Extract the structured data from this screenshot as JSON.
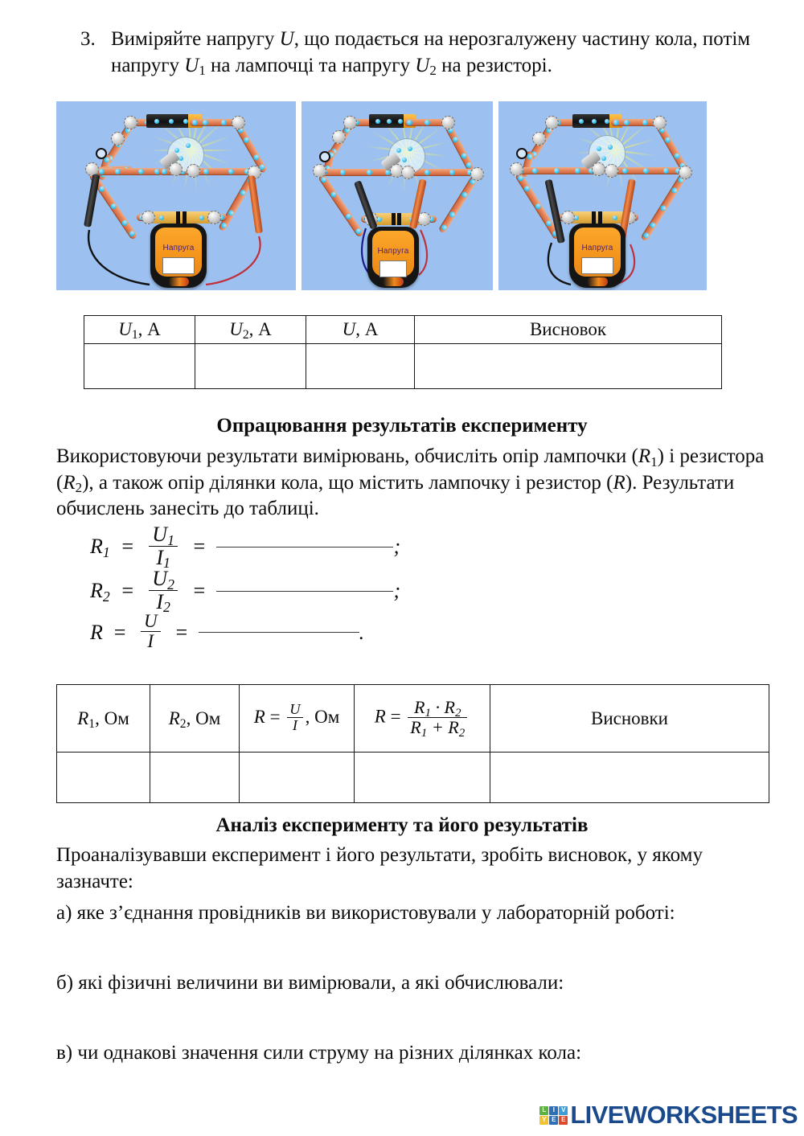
{
  "task": {
    "number": "3.",
    "text_part1": "Виміряйте напругу ",
    "u_symbol": "U",
    "text_part2": ", що подається на нерозгалужену частину кола, потім напругу ",
    "u1_symbol": "U",
    "u1_sub": "1",
    "text_part3": " на лампочці та напругу ",
    "u2_symbol": "U",
    "u2_sub": "2",
    "text_part4": " на резисторі.",
    "full_line1": "Виміряйте напругу U, що подається на нерозгалужену частину кола,",
    "full_line2": "потім напругу U1 на лампочці та напругу U2 на резисторі."
  },
  "photos": [
    {
      "alt": "circuit-measuring-u-total",
      "meter_label": "Напруга",
      "meter_value": ""
    },
    {
      "alt": "circuit-measuring-u1-lamp",
      "meter_label": "Напруга",
      "meter_value": ""
    },
    {
      "alt": "circuit-measuring-u2-resistor",
      "meter_label": "Напруга",
      "meter_value": ""
    }
  ],
  "table1": {
    "headers": [
      "U1, А",
      "U2, А",
      "U, А",
      "Висновок"
    ],
    "header_parts": [
      {
        "sym": "U",
        "sub": "1",
        "unit": ", А"
      },
      {
        "sym": "U",
        "sub": "2",
        "unit": ", А"
      },
      {
        "sym": "U",
        "sub": "",
        "unit": ", А"
      },
      {
        "sym": "",
        "sub": "",
        "unit": "Висновок"
      }
    ],
    "rows": [
      [
        "",
        "",
        "",
        ""
      ]
    ]
  },
  "section_processing": {
    "heading": "Опрацювання результатів експерименту",
    "paragraph_line1": "Використовуючи результати вимірювань, обчисліть опір лампочки (R1) і",
    "paragraph_line2": "резистора (R2), а також опір ділянки кола, що містить лампочку і резистор",
    "paragraph_line3": "(R). Результати обчислень занесіть до таблиці."
  },
  "formulas": [
    {
      "lhs": "R",
      "lhs_sub": "1",
      "num": "U",
      "num_sub": "1",
      "den": "I",
      "den_sub": "1",
      "terminator": ";"
    },
    {
      "lhs": "R",
      "lhs_sub": "2",
      "num": "U",
      "num_sub": "2",
      "den": "I",
      "den_sub": "2",
      "terminator": ";"
    },
    {
      "lhs": "R",
      "lhs_sub": "",
      "num": "U",
      "num_sub": "",
      "den": "I",
      "den_sub": "",
      "terminator": "."
    }
  ],
  "table2": {
    "headers": [
      "R1, Ом",
      "R2, Ом",
      "R = U/I, Ом",
      "R = R1·R2 / (R1 + R2)",
      "Висновки"
    ],
    "header_parts": [
      {
        "sym": "R",
        "sub": "1",
        "unit": ", Ом"
      },
      {
        "sym": "R",
        "sub": "2",
        "unit": ", Ом"
      },
      {
        "sym": "R",
        "eq": " = ",
        "num": "U",
        "den": "I",
        "unit": ", Ом"
      },
      {
        "sym": "R",
        "eq": " = ",
        "num": "R1 · R2",
        "den": "R1 + R2"
      },
      {
        "unit": "Висновки"
      }
    ],
    "rows": [
      [
        "",
        "",
        "",
        "",
        ""
      ]
    ]
  },
  "section_analysis": {
    "heading": "Аналіз експерименту та його результатів",
    "paragraph_line1": "Проаналізувавши експеримент і його результати, зробіть висновок, у",
    "paragraph_line2": "якому зазначте:",
    "item_a": "а) яке з’єднання провідників ви використовували у лабораторній роботі:",
    "item_b": "б) які фізичні величини ви вимірювали, а які обчислювали:",
    "item_c": "в) чи однакові значення сили струму на різних ділянках кола:"
  },
  "footer": {
    "logo_letters": [
      "L",
      "I",
      "V",
      "Y",
      "E",
      "E"
    ],
    "logo_colors": [
      "#5cb341",
      "#2f6fb5",
      "#3e9cd6",
      "#f2c230",
      "#e0472b",
      "#e0472b"
    ],
    "wordmark": "LIVEWORKSHEETS",
    "brand_color": "#1b4a8c"
  },
  "colors": {
    "photo_background": "#9cc0ef",
    "wire_orange": "#e4825a",
    "bead_blue": "#3fc4f0",
    "meter_orange": "#f4941b",
    "ray_yellow": "#e8ec78"
  }
}
